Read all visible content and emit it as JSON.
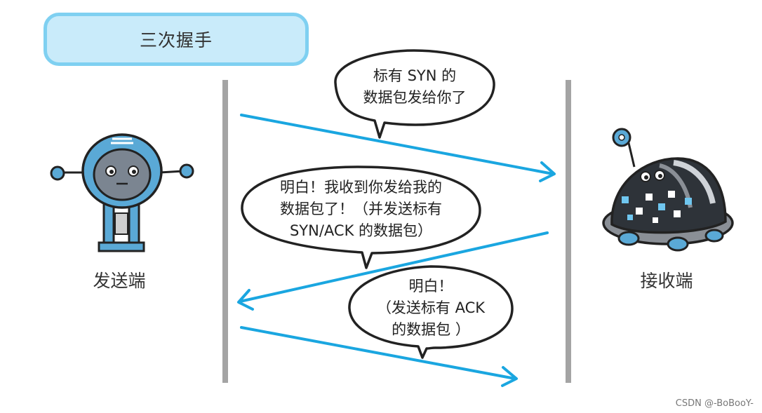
{
  "title": "三次握手",
  "roles": {
    "sender": "发送端",
    "receiver": "接收端"
  },
  "bubbles": [
    {
      "lines": [
        "标有 SYN 的",
        "数据包发给你了"
      ]
    },
    {
      "lines": [
        "明白！我收到你发给我的",
        "数据包了！（并发送标有",
        "SYN/ACK 的数据包）"
      ]
    },
    {
      "lines": [
        "明白！",
        "（发送标有 ACK",
        "的数据包  ）"
      ]
    }
  ],
  "watermark": "CSDN @-BoBooY-",
  "colors": {
    "arrow": "#1aa6e0",
    "timeline": "#a4a4a4",
    "title_fill": "#c9ebfa",
    "title_border": "#7fd0f1"
  }
}
